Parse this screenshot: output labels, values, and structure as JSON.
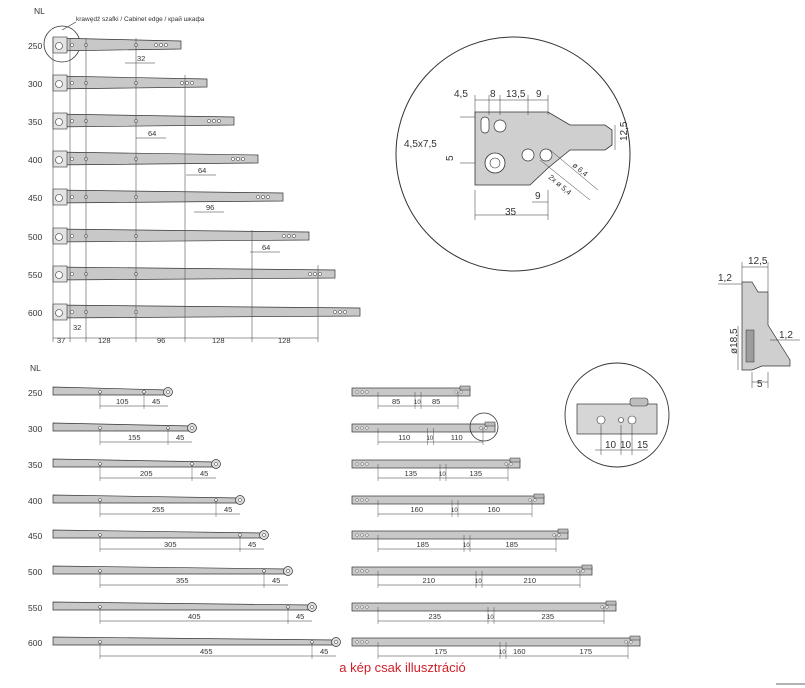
{
  "nl_header": "NL",
  "nl_header_bottom": "NL",
  "edge_label": "krawędź szafki / Cabinet edge / край шкафа",
  "top_rows": [
    "250",
    "300",
    "350",
    "400",
    "450",
    "500",
    "550",
    "600"
  ],
  "top_dims": [
    {
      "row": 0,
      "text": "32"
    },
    {
      "row": 2,
      "text": "64"
    },
    {
      "row": 3,
      "text": "64"
    },
    {
      "row": 4,
      "text": "96"
    },
    {
      "row": 5,
      "text": "64"
    }
  ],
  "top_bottom_dims": [
    "37",
    "32",
    "128",
    "96",
    "128",
    "128"
  ],
  "detail": {
    "top_dims": [
      "4,5",
      "8",
      "13,5",
      "9"
    ],
    "left_dims": [
      "4,5x7,5",
      "5"
    ],
    "right_dim": "12,5",
    "bottom_dims": [
      "35",
      "9"
    ],
    "holes": [
      "2x ø 5,4",
      "ø 6,4"
    ]
  },
  "side_profile": {
    "top": "12,5",
    "left_top": "1,2",
    "right": "1,2",
    "height": "ø18,5",
    "bottom": "5"
  },
  "bottom_rows": [
    "250",
    "300",
    "350",
    "400",
    "450",
    "500",
    "550",
    "600"
  ],
  "left_rails": [
    {
      "a": "105",
      "b": "45"
    },
    {
      "a": "155",
      "b": "45"
    },
    {
      "a": "205",
      "b": "45"
    },
    {
      "a": "255",
      "b": "45"
    },
    {
      "a": "305",
      "b": "45"
    },
    {
      "a": "355",
      "b": "45"
    },
    {
      "a": "405",
      "b": "45"
    },
    {
      "a": "455",
      "b": "45"
    }
  ],
  "right_rails": [
    {
      "a": "85",
      "m": "10",
      "b": "85"
    },
    {
      "a": "110",
      "m": "10",
      "b": "110"
    },
    {
      "a": "135",
      "m": "10",
      "b": "135"
    },
    {
      "a": "160",
      "m": "10",
      "b": "160"
    },
    {
      "a": "185",
      "m": "10",
      "b": "185"
    },
    {
      "a": "210",
      "m": "10",
      "b": "210"
    },
    {
      "a": "235",
      "m": "10",
      "b": "235"
    },
    {
      "a": "175",
      "m": "10",
      "c": "160",
      "b": "175"
    }
  ],
  "small_detail": [
    "10",
    "10",
    "15"
  ],
  "caption": "a kép csak illusztráció",
  "colors": {
    "rail": "#c8c8c8",
    "line": "#333333",
    "caption": "#d0202a"
  }
}
